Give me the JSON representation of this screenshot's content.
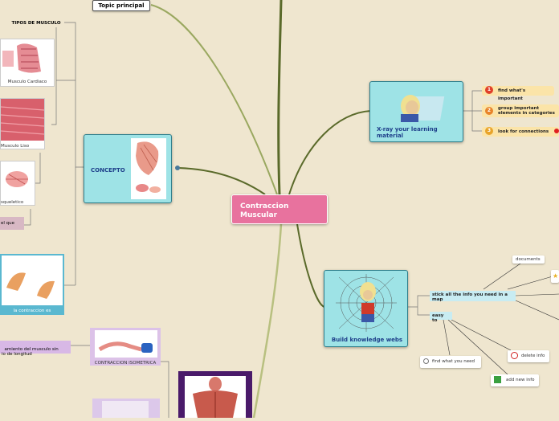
{
  "central": {
    "title": "Contraccion Muscular"
  },
  "topic": {
    "label": "Topic principal"
  },
  "left": {
    "tipos_label": "TIPOS DE MUSCULO",
    "cardiaco_label": "Musculo Cardiaco",
    "liso_label": "Musculo Liso",
    "esqueletico_label": "squeletico",
    "que_label": "el que",
    "contraccion_label": "la contraccion es",
    "acortamiento_label": "amiento del musculo sin\nio de longitud"
  },
  "concepto": {
    "label": "CONCEPTO"
  },
  "isometrica": {
    "label": "CONTRACCION ISOMETRICA"
  },
  "xray": {
    "label": "X-ray your learning material",
    "items": [
      {
        "num": "1",
        "label": "find what's important",
        "color": "#e0402a"
      },
      {
        "num": "2",
        "label": "group important elements in categories",
        "color": "#e8842a"
      },
      {
        "num": "3",
        "label": "look for connections",
        "color": "#e8a42a"
      }
    ]
  },
  "web": {
    "label": "Build knowledge webs",
    "stick_label": "stick all the info you need in a map",
    "easy_label": "easy to",
    "documents_label": "documents",
    "find_label": "find what you need",
    "delete_label": "delete info",
    "add_label": "add new info"
  },
  "colors": {
    "central": "#e8729e",
    "cyan": "#9ee3e6",
    "branch": "#7a8a3c"
  }
}
